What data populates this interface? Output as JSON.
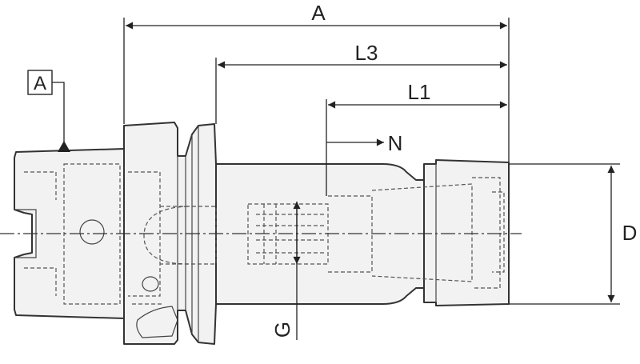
{
  "dimensions": {
    "overall_length": "A",
    "length_l3": "L3",
    "length_l1": "L1",
    "diameter": "D",
    "bore": "G",
    "depth": "N"
  },
  "datum": {
    "label": "A"
  }
}
